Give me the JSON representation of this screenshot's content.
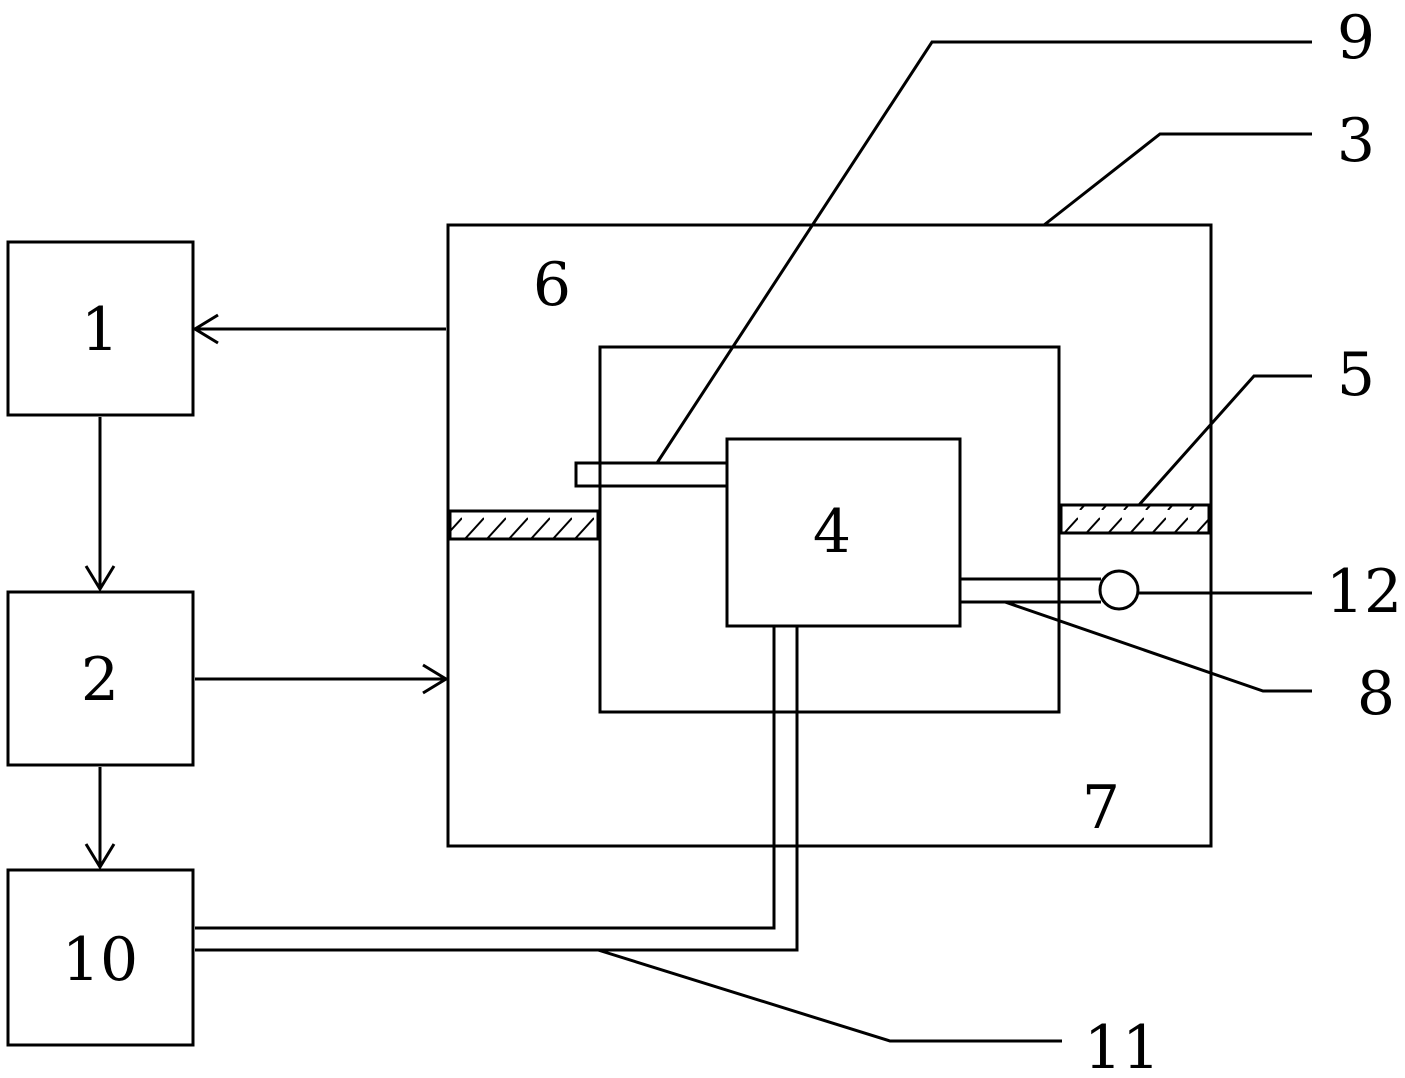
{
  "diagram": {
    "blocks": {
      "b1": "1",
      "b2": "2",
      "b10": "10",
      "b4": "4"
    },
    "regions": {
      "r6": "6",
      "r7": "7"
    },
    "callouts": {
      "c9": "9",
      "c3": "3",
      "c5": "5",
      "c12": "12",
      "c8": "8",
      "c11": "11"
    },
    "colors": {
      "stroke": "#000000",
      "background": "#ffffff"
    }
  }
}
